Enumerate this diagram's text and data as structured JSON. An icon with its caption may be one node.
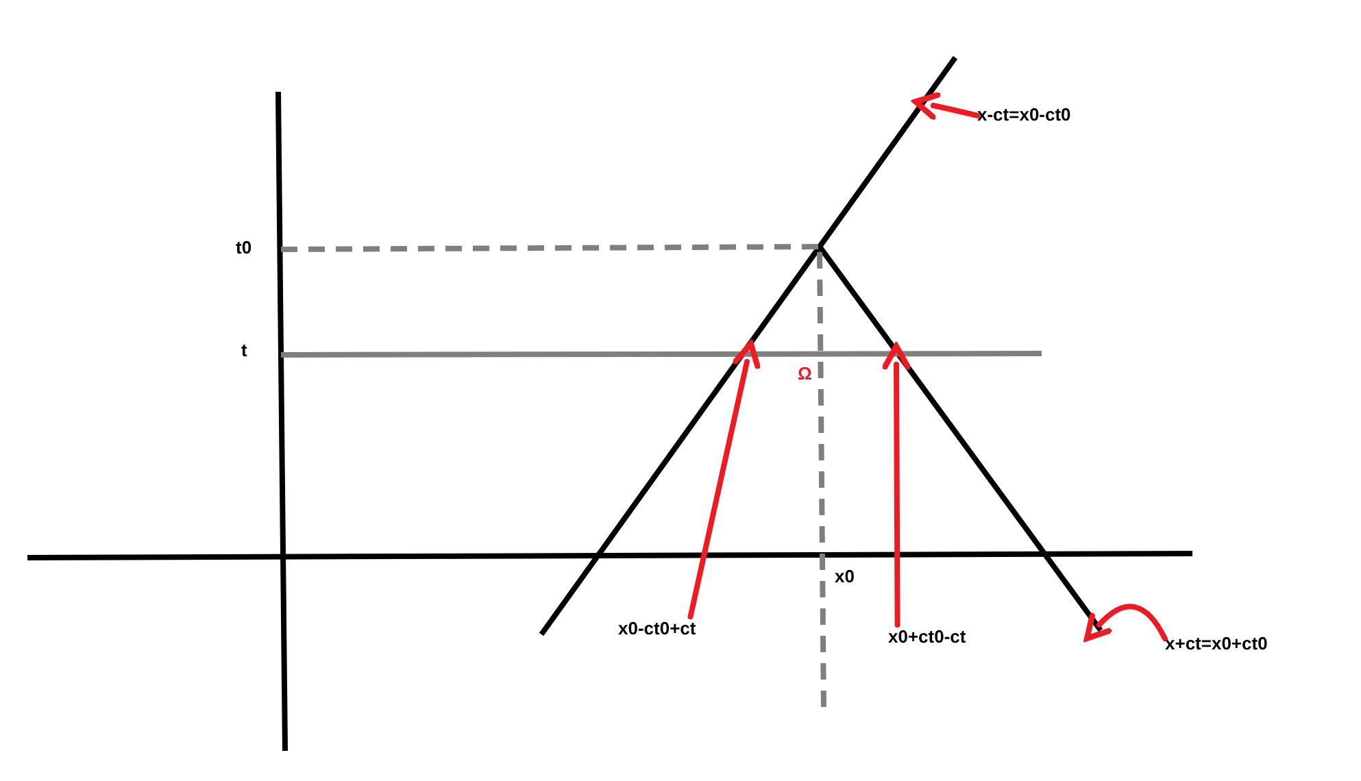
{
  "diagram": {
    "nodes": [
      {
        "text": [
          "x-ct=x0-ct0"
        ]
      },
      {
        "text": [
          "x0-ct0+ct"
        ]
      },
      {
        "text": [
          "x0+ct0-ct"
        ]
      },
      {
        "text": [
          "x+ct=x0+ct0"
        ]
      }
    ],
    "edges": [
      {
        "from": 0,
        "to": null,
        "arrow": "to"
      },
      {
        "from": 1,
        "to": null,
        "arrow": "to"
      },
      {
        "from": 2,
        "to": null,
        "arrow": "to"
      },
      {
        "from": 3,
        "to": null,
        "arrow": "to"
      }
    ],
    "labels": [
      "t0",
      "t",
      "Ω",
      "x0"
    ]
  }
}
